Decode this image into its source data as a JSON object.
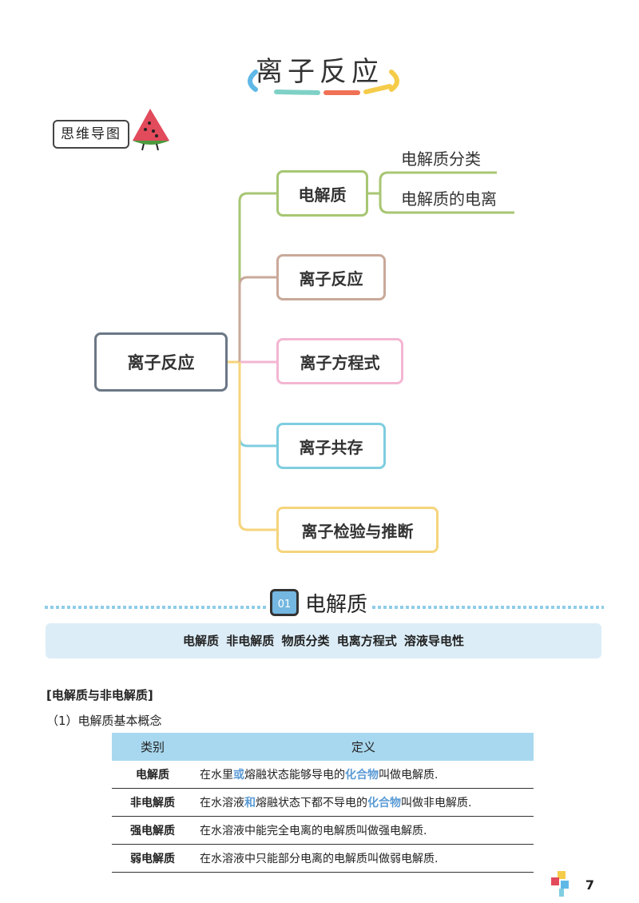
{
  "title": "离子反应",
  "mindmap": {
    "label": "思维导图",
    "root": "离子反应",
    "branches": [
      {
        "label": "电解质",
        "color": "#a7c673"
      },
      {
        "label": "离子反应",
        "color": "#c9a99a"
      },
      {
        "label": "离子方程式",
        "color": "#f3b6d2"
      },
      {
        "label": "离子共存",
        "color": "#7fcde0"
      },
      {
        "label": "离子检验与推断",
        "color": "#f5d47b"
      }
    ],
    "sub_items": [
      "电解质分类",
      "电解质的电离"
    ]
  },
  "section": {
    "number": "01",
    "title": "电解质",
    "keywords": "电解质  非电解质  物质分类  电离方程式  溶液导电性"
  },
  "content": {
    "heading": "[电解质与非电解质]",
    "subheading": "（1）电解质基本概念",
    "table": {
      "headers": [
        "类别",
        "定义"
      ],
      "rows": [
        {
          "category": "电解质",
          "parts": [
            "在水里",
            "或",
            "熔融状态能够导电的",
            "化合物",
            "叫做电解质."
          ]
        },
        {
          "category": "非电解质",
          "parts": [
            "在水溶液",
            "和",
            "熔融状态下都不导电的",
            "化合物",
            "叫做非电解质."
          ]
        },
        {
          "category": "强电解质",
          "parts": [
            "在水溶液中能完全电离的电解质叫做强电解质."
          ]
        },
        {
          "category": "弱电解质",
          "parts": [
            "在水溶液中只能部分电离的电解质叫做弱电解质."
          ]
        }
      ]
    }
  },
  "page_number": "7",
  "colors": {
    "accent_blue": "#5b9bd5",
    "header_blue": "#a8d8ef",
    "keyword_bg": "#dcedf7"
  }
}
